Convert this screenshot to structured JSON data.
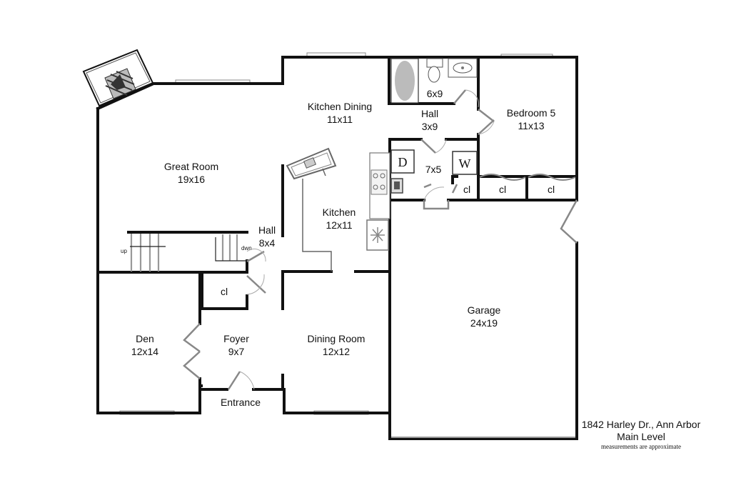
{
  "rooms": {
    "great_room": {
      "name": "Great Room",
      "size": "19x16"
    },
    "kitchen_dining": {
      "name": "Kitchen Dining",
      "size": "11x11"
    },
    "kitchen": {
      "name": "Kitchen",
      "size": "12x11"
    },
    "bath": {
      "size": "6x9"
    },
    "hall_upper": {
      "name": "Hall",
      "size": "3x9"
    },
    "laundry": {
      "size": "7x5"
    },
    "bedroom5": {
      "name": "Bedroom 5",
      "size": "11x13"
    },
    "hall_stairs": {
      "name": "Hall",
      "size": "8x4"
    },
    "den": {
      "name": "Den",
      "size": "12x14"
    },
    "foyer": {
      "name": "Foyer",
      "size": "9x7"
    },
    "dining_room": {
      "name": "Dining Room",
      "size": "12x12"
    },
    "garage": {
      "name": "Garage",
      "size": "24x19"
    }
  },
  "labels": {
    "closet": "cl",
    "stairs_up": "up",
    "stairs_down": "dwn",
    "entrance": "Entrance",
    "dryer": "D",
    "washer": "W"
  },
  "footer": {
    "address": "1842 Harley Dr., Ann Arbor",
    "level": "Main Level",
    "note": "measurements are approximate"
  }
}
